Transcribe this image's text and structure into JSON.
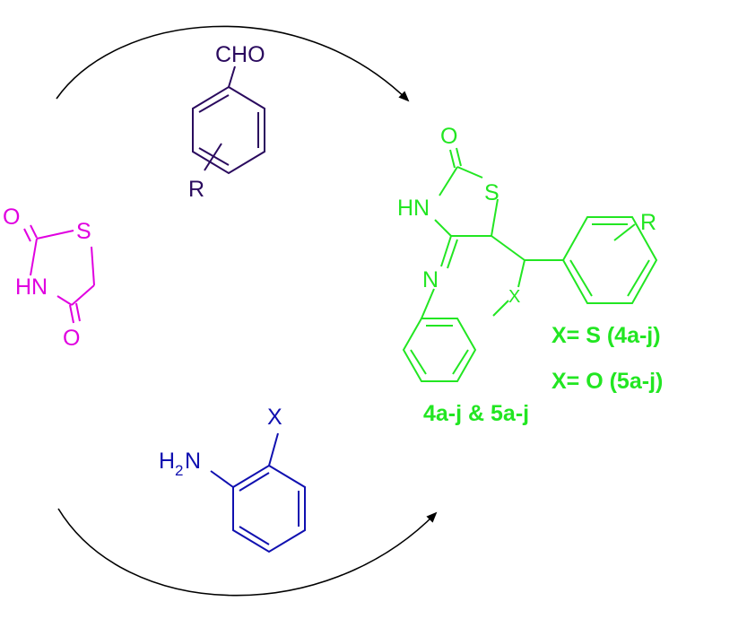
{
  "colors": {
    "arrow": "#000000",
    "aldehyde": "#2a0a5e",
    "thiazolidinedione": "#e000e0",
    "aminophenol": "#1010b0",
    "product": "#22e622"
  },
  "aldehyde": {
    "group": "CHO",
    "substituent": "R"
  },
  "thiazolidinedione": {
    "o_top": "O",
    "s": "S",
    "nh": "HN",
    "o_bottom": "O"
  },
  "aniline": {
    "nh2_h": "H",
    "nh2_sub": "2",
    "nh2_n": "N",
    "x": "X"
  },
  "product": {
    "o": "O",
    "hn": "HN",
    "s": "S",
    "n": "N",
    "x": "X",
    "r": "R",
    "compounds": "4a-j & 5a-j",
    "variant_s": "X= S (4a-j)",
    "variant_o": "X= O (5a-j)"
  }
}
